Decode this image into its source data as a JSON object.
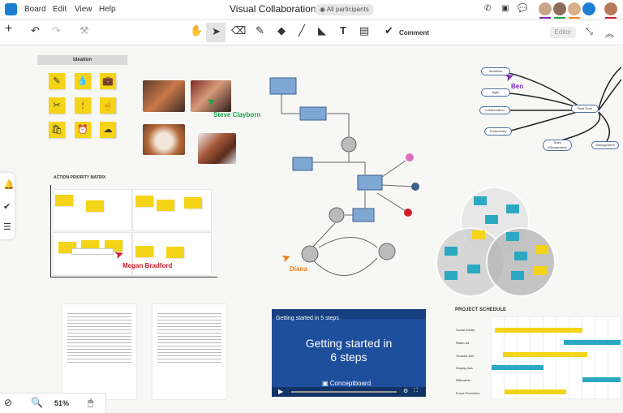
{
  "app": {
    "title": "Visual Collaboration",
    "participants": "All participants"
  },
  "menu": [
    "Board",
    "Edit",
    "View",
    "Help"
  ],
  "toolbar": {
    "comment_label": "Comment",
    "editor_label": "Editor"
  },
  "ideation": {
    "title": "Ideation"
  },
  "matrix": {
    "title": "ACTION PRIORITY MATRIX"
  },
  "cursors": {
    "steve": "Steve Clayborn",
    "megan": "Megan Bradford",
    "ben": "Ben",
    "diana": "Diana"
  },
  "mindmap": {
    "center": "Real Time",
    "nodes": [
      "Workflow",
      "Agile",
      "Collaboration",
      "Productivity",
      "Team Management",
      "Management"
    ]
  },
  "video": {
    "header": "Getting started in 5 steps",
    "title_line1": "Getting started in",
    "title_line2": "6 steps",
    "brand": "Conceptboard"
  },
  "schedule": {
    "title": "PROJECT SCHEDULE",
    "rows": [
      "Social media",
      "Radio Ad",
      "Youtube Ads",
      "Display Ads",
      "Billboards",
      "Event Promotion"
    ]
  },
  "zoom": {
    "value": "51%"
  },
  "colors": {
    "sticky": "#f5d316",
    "teal": "#2ba8c2",
    "brand_blue": "#1d4f9c",
    "steve_cursor": "#1aa34a",
    "megan_cursor": "#d01c2a",
    "ben_cursor": "#7a2bb5",
    "diana_cursor": "#f07f1a"
  }
}
